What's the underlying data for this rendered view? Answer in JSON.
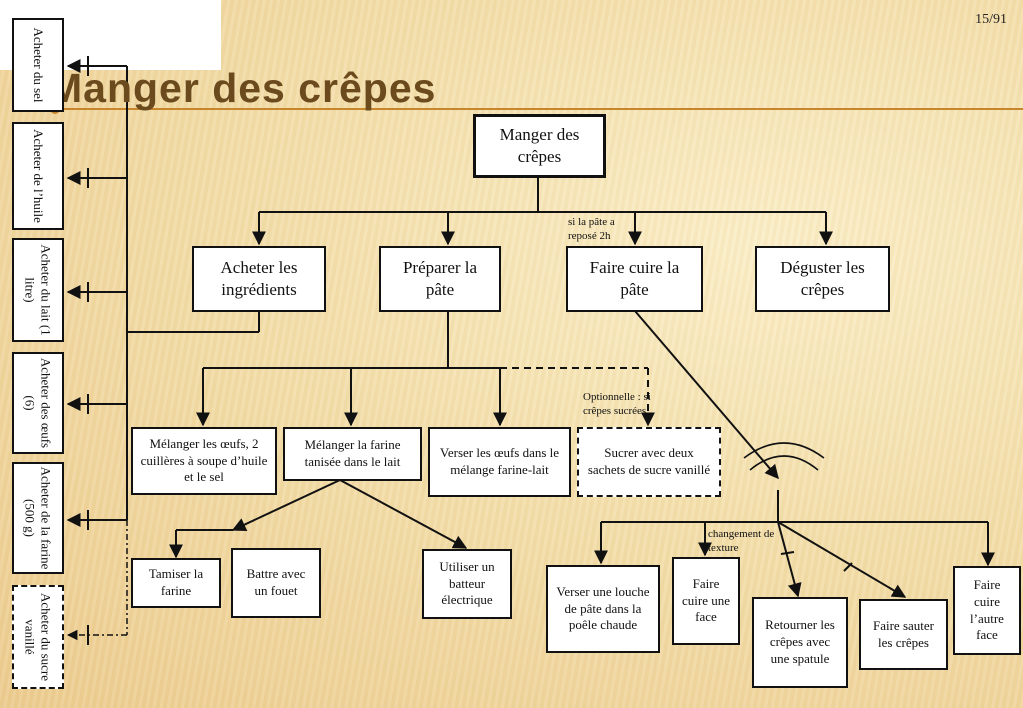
{
  "slide": {
    "title": "Manger des crêpes",
    "number": "15/91"
  },
  "nodes": {
    "root": "Manger des crêpes",
    "acheter_ingredients": "Acheter les ingrédients",
    "preparer_pate": "Préparer la pâte",
    "faire_cuire": "Faire cuire la pâte",
    "deguster": "Déguster les crêpes",
    "melanger_oeufs": "Mélanger les œufs, 2 cuillères à soupe d’huile et le sel",
    "melanger_farine": "Mélanger la farine tanisée dans le lait",
    "verser_oeufs": "Verser les œufs dans le mélange farine-lait",
    "sucrer": "Sucrer avec deux sachets de sucre vanillé",
    "tamiser": "Tamiser la farine",
    "battre": "Battre avec un fouet",
    "batteur": "Utiliser un batteur électrique",
    "verser_louche": "Verser une louche de pâte dans la poêle chaude",
    "cuire_face": "Faire cuire une face",
    "retourner": "Retourner les crêpes avec une spatule",
    "sauter": "Faire sauter les crêpes",
    "cuire_autre": "Faire cuire l’autre face"
  },
  "purchases": [
    "Acheter du sel",
    "Acheter de l’huile",
    "Acheter du lait (1 litre)",
    "Acheter des œufs (6)",
    "Acheter de la farine (500 g)",
    "Acheter du sucre vanillé"
  ],
  "notes": {
    "repose": "si la pâte a reposé 2h",
    "optionnelle": "Optionnelle : si crêpes sucrées",
    "changement": "changement de texture"
  }
}
